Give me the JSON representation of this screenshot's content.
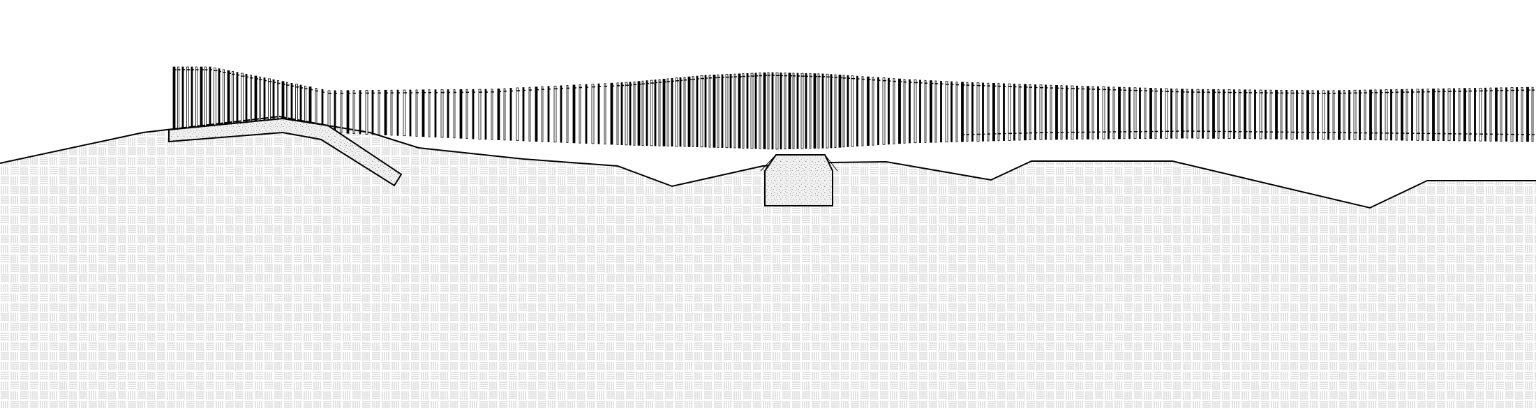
{
  "drawing": {
    "kind": "architectural-section",
    "background_color": "#ffffff",
    "ink_color": "#000000",
    "hatch_color": "#bdbdbd",
    "stipple_color": "#555555",
    "labels": []
  },
  "elements": {
    "ground": {
      "name": "ground-section",
      "fill_pattern": "basketweave-hatch"
    },
    "slats": {
      "name": "timber-slat-screen",
      "pattern": "vertical-slats"
    },
    "ramp": {
      "name": "concrete-ramp",
      "fill_pattern": "stipple"
    },
    "footing": {
      "name": "concrete-footing",
      "fill_pattern": "stipple"
    }
  }
}
